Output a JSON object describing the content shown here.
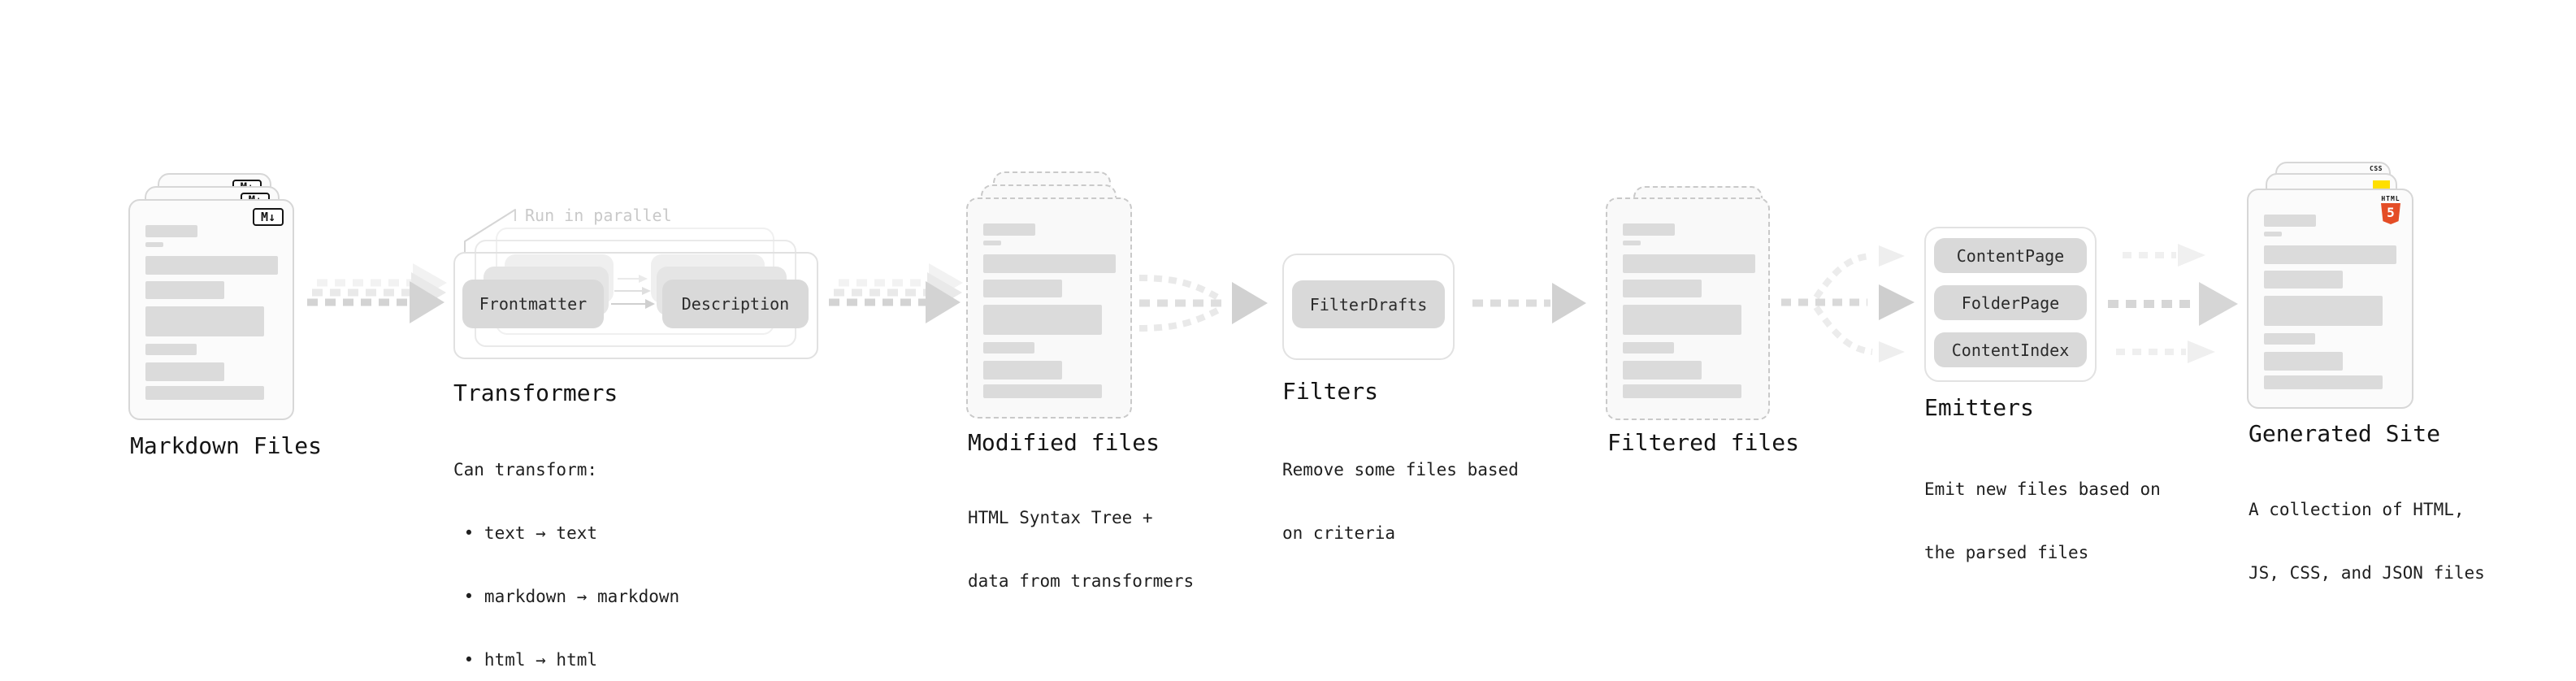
{
  "stages": [
    {
      "id": "markdown-files",
      "label": "Markdown Files",
      "badge": "M↓"
    },
    {
      "id": "transformers",
      "label": "Transformers",
      "annotation": "Run in parallel",
      "chips": [
        "Frontmatter",
        "Description"
      ],
      "description_lines": [
        "Can transform:",
        " • text → text",
        " • markdown → markdown",
        " • html → html"
      ]
    },
    {
      "id": "modified-files",
      "label": "Modified files",
      "description_lines": [
        "HTML Syntax Tree +",
        "data from transformers"
      ]
    },
    {
      "id": "filters",
      "label": "Filters",
      "chips": [
        "FilterDrafts"
      ],
      "description_lines": [
        "Remove some files based",
        "on criteria"
      ]
    },
    {
      "id": "filtered-files",
      "label": "Filtered files"
    },
    {
      "id": "emitters",
      "label": "Emitters",
      "chips": [
        "ContentPage",
        "FolderPage",
        "ContentIndex"
      ],
      "description_lines": [
        "Emit new files based on",
        "the parsed files"
      ]
    },
    {
      "id": "generated-site",
      "label": "Generated Site",
      "file_badges": {
        "css": "CSS",
        "html_label": "HTML",
        "html_number": "5"
      },
      "description_lines": [
        "A collection of HTML,",
        "JS, CSS, and JSON files"
      ]
    }
  ],
  "colors": {
    "html5_orange": "#e44d26",
    "js_yellow": "#ffdf00",
    "css_blue": "#2b66e8",
    "markdown_black": "#141414",
    "chip_gray": "#d9d9d9",
    "arrow_gray": "#d3d3d3",
    "dashed_border": "#c9c9c9",
    "annotation_gray": "#c9c9c9"
  }
}
